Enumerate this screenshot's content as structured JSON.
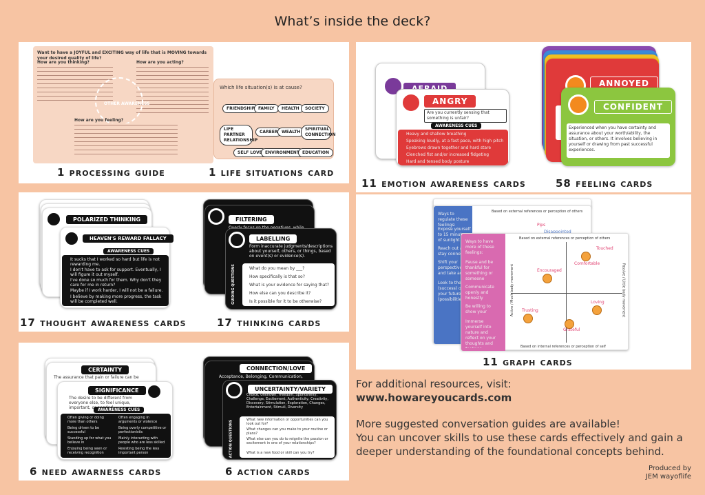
{
  "page_title": "What’s inside the deck?",
  "captions": {
    "processing_guide": "1 processing guide",
    "life_situations": "1 life situations card",
    "emotion_awareness": "11 emotion awareness cards",
    "feeling": "58 feeling cards",
    "thought_awareness": "17 thought awareness cards",
    "thinking": "17 thinking cards",
    "graph": "11 graph cards",
    "need": "6 need awarness cards",
    "action": "6 action cards"
  },
  "processing_guide": {
    "heading": "Want to have a JOYFUL and EXCITING way of life that is MOVING towards your desired quality of life?",
    "q_thinking": "How are you thinking?",
    "q_acting": "How are you acting?",
    "q_feeling": "How are you feeling?",
    "center": "OTHER AWARENESS"
  },
  "life_situations": {
    "question": "Which life situation(s) is at cause?",
    "items": [
      "FRIENDSHIP",
      "FAMILY",
      "HEALTH",
      "SOCIETY",
      "LIFE PARTNER RELATIONSHIP",
      "CAREER",
      "WEALTH",
      "SPIRITUAL CONNECTION",
      "SELF LOVE",
      "ENVIRONMENT",
      "EDUCATION"
    ]
  },
  "emotion_cards": {
    "back_label": "AFRAID",
    "front_label": "ANGRY",
    "question": "Are you currently sensing that something is unfair?",
    "cues_title": "AWARENESS CUES",
    "cues": [
      "Heavy and shallow breathing",
      "Speaking loudly, at a fast pace, with high pitch",
      "Eyebrows drawn together and hard stare",
      "Clenched fist and/or increased fidgeting",
      "Hard and tensed body posture"
    ]
  },
  "feeling_cards": {
    "back_label": "ANNOYED",
    "front_label": "CONFIDENT",
    "description": "Experienced when you have certainty and assurance about your worth/ability, the situation, or others. It involves believing in yourself or drawing from past successful experiences."
  },
  "thought_cards": {
    "back_label": "POLARIZED THINKING",
    "front_label": "HEAVEN'S REWARD FALLACY",
    "cues_title": "AWARENESS CUES",
    "cues": [
      "It sucks that I worked so hard but life is not rewarding me.",
      "I don't have to ask for support. Eventually, I will figure it out myself.",
      "I've done so much for them. Why don't they care for me in return?",
      "Maybe if I work harder, I will not be a failure.",
      "I believe by making more progress, the task will be completed well."
    ]
  },
  "thinking_cards": {
    "back_label": "FILTERING",
    "back_text": "Overly focus on the negatives, while",
    "front_label": "LABELLING",
    "front_text": "Form inaccurate judgments/descriptions about yourself, others, or things, based on event(s) or evidence(s).",
    "questions": [
      "What do you mean by ___?",
      "How specifically is that so?",
      "What is your evidence for saying that?",
      "How else can you describe it?",
      "Is it possible for it to be otherwise?"
    ],
    "side_label": "GUIDING QUESTIONS"
  },
  "graph_cards": {
    "back_title": "Ways to regulate these feelings:",
    "back_items": [
      "Expose yourself to 15 minutes of sunlight",
      "Reach out and stay connected",
      "Shift your perspective and take action",
      "Look to the (success) of your future (possibilities)"
    ],
    "front_title": "Ways to have more of these feelings:",
    "front_items": [
      "Pause and be thankful for something or someone",
      "Communicate openly and honestly",
      "Be willing to show your feelings",
      "Immerse yourself into nature and reflect on your thoughts and feelings"
    ],
    "top_axis": "Based on external references or perception of others",
    "bottom_axis": "Based on internal references or perception of self",
    "left_axis": "Active / Much body movement",
    "right_axis": "Passive / Little body movement",
    "labels": [
      "Pips",
      "Disappointed",
      "Touched",
      "Comfortable",
      "Encouraged",
      "Loving",
      "Trusting",
      "Grateful"
    ]
  },
  "need_cards": {
    "back_label": "CERTAINTY",
    "back_text": "The assurance that pain or failure can be",
    "front_label": "SIGNIFICANCE",
    "front_text": "The desire to be different from everyone else, to feel unique, important, or needed.",
    "cues_title": "AWARENESS CUES",
    "cues_left": [
      "Often giving or doing more than others",
      "Being driven to be successful",
      "Standing up for what you believe in",
      "Enjoying being seen or receiving recognition"
    ],
    "cues_right": [
      "Often engaging in arguments or violence",
      "Being overly competitive or perfectionistic",
      "Mainly interacting with people who are less skilled",
      "Resisting being the less important person"
    ]
  },
  "action_cards": {
    "back_label": "CONNECTION/LOVE",
    "back_text": "Acceptance, Belonging, Communication,",
    "front_label": "UNCERTAINTY/VARIETY",
    "front_text": "Choice, Unknown, Freedom, Spontaneity, Challenge, Excitement, Authenticity, Creativity, Discovery, Stimulation, Exploration, Changes, Entertainment, Stimuli, Diversity",
    "questions": [
      "What new information or opportunities can you look out for?",
      "What changes can you make to your routine or plans?",
      "What else can you do to reignite the passion or excitement in one of your relationships?",
      "What is a new food or skill can you try?"
    ],
    "side_label": "ACTION QUESTIONS"
  },
  "resources": {
    "intro": "For additional resources, visit:",
    "url": "www.howareyoucards.com",
    "line1": "More suggested conversation guides are available!",
    "line2": "You can uncover skills to use these cards effectively and gain a",
    "line3": "deeper understanding of the foundational concepts behind."
  },
  "credit": {
    "line1": "Produced by",
    "line2": "JEM wayoflife"
  },
  "colors": {
    "background": "#f7c4a3",
    "afraid": "#7a3a9a",
    "angry": "#e03a3a",
    "confident": "#8cc63f",
    "graph_side": "#d96ab0",
    "graph_blue": "#4a74c4"
  }
}
